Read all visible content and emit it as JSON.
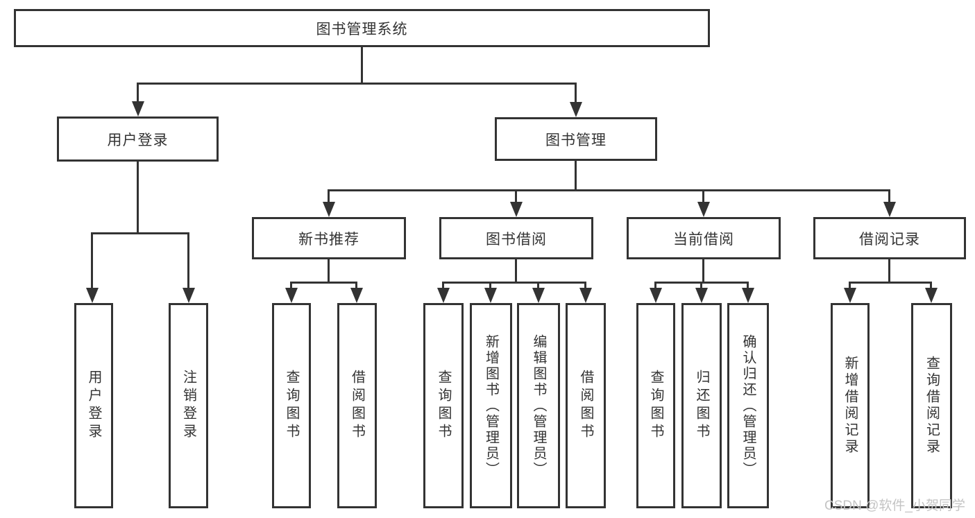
{
  "diagram": {
    "watermark": "CSDN @软件_小贺同学",
    "colors": {
      "line": "#333333",
      "text": "#333333",
      "background": "#ffffff",
      "watermark": "#c4c4c4"
    },
    "nodes": {
      "root": "图书管理系统",
      "user_login": "用户登录",
      "book_mgmt": "图书管理",
      "new_book_rec": "新书推荐",
      "book_borrow": "图书借阅",
      "current_borrow": "当前借阅",
      "borrow_records": "借阅记录",
      "leaf_user_login": "用户登录",
      "leaf_logout": "注销登录",
      "leaf_nb_query": "查询图书",
      "leaf_nb_borrow": "借阅图书",
      "leaf_bb_query": "查询图书",
      "leaf_bb_add": "新增图书（管理员）",
      "leaf_bb_edit": "编辑图书（管理员）",
      "leaf_bb_borrow": "借阅图书",
      "leaf_cb_query": "查询图书",
      "leaf_cb_return": "归还图书",
      "leaf_cb_confirm": "确认归还（管理员）",
      "leaf_br_add": "新增借阅记录",
      "leaf_br_query": "查询借阅记录"
    },
    "hierarchy": {
      "label": "图书管理系统",
      "children": [
        {
          "label": "用户登录",
          "children": [
            {
              "label": "用户登录"
            },
            {
              "label": "注销登录"
            }
          ]
        },
        {
          "label": "图书管理",
          "children": [
            {
              "label": "新书推荐",
              "children": [
                {
                  "label": "查询图书"
                },
                {
                  "label": "借阅图书"
                }
              ]
            },
            {
              "label": "图书借阅",
              "children": [
                {
                  "label": "查询图书"
                },
                {
                  "label": "新增图书（管理员）"
                },
                {
                  "label": "编辑图书（管理员）"
                },
                {
                  "label": "借阅图书"
                }
              ]
            },
            {
              "label": "当前借阅",
              "children": [
                {
                  "label": "查询图书"
                },
                {
                  "label": "归还图书"
                },
                {
                  "label": "确认归还（管理员）"
                }
              ]
            },
            {
              "label": "借阅记录",
              "children": [
                {
                  "label": "新增借阅记录"
                },
                {
                  "label": "查询借阅记录"
                }
              ]
            }
          ]
        }
      ]
    }
  }
}
